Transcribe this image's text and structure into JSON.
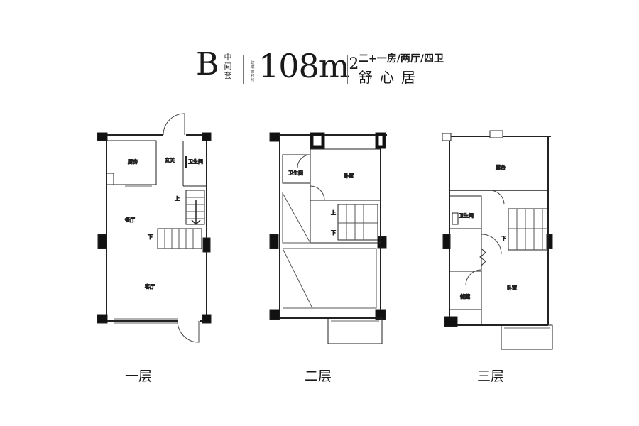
{
  "header": {
    "unit_letter": "B",
    "unit_type": [
      "中",
      "间",
      "套"
    ],
    "area_caption": [
      "建",
      "筑",
      "面",
      "积",
      "约"
    ],
    "area_value": "108m",
    "area_unit_sup": "2",
    "rooms_summary": "二+一房/两厅/四卫",
    "plan_name": "舒心居"
  },
  "floors": [
    {
      "label": "一层",
      "rooms": {
        "kitchen": "厨房",
        "entry": "玄关",
        "bathroom": "卫生间",
        "dining": "餐厅",
        "living": "客厅",
        "stair_up": "上",
        "stair_down": "下"
      }
    },
    {
      "label": "二层",
      "rooms": {
        "bathroom": "卫生间",
        "bedroom": "卧室",
        "stair_up": "上",
        "stair_down": "下"
      }
    },
    {
      "label": "三层",
      "rooms": {
        "terrace": "露台",
        "bathroom": "卫生间",
        "storage": "储藏",
        "bedroom": "卧室",
        "stair_down": "下"
      }
    }
  ]
}
